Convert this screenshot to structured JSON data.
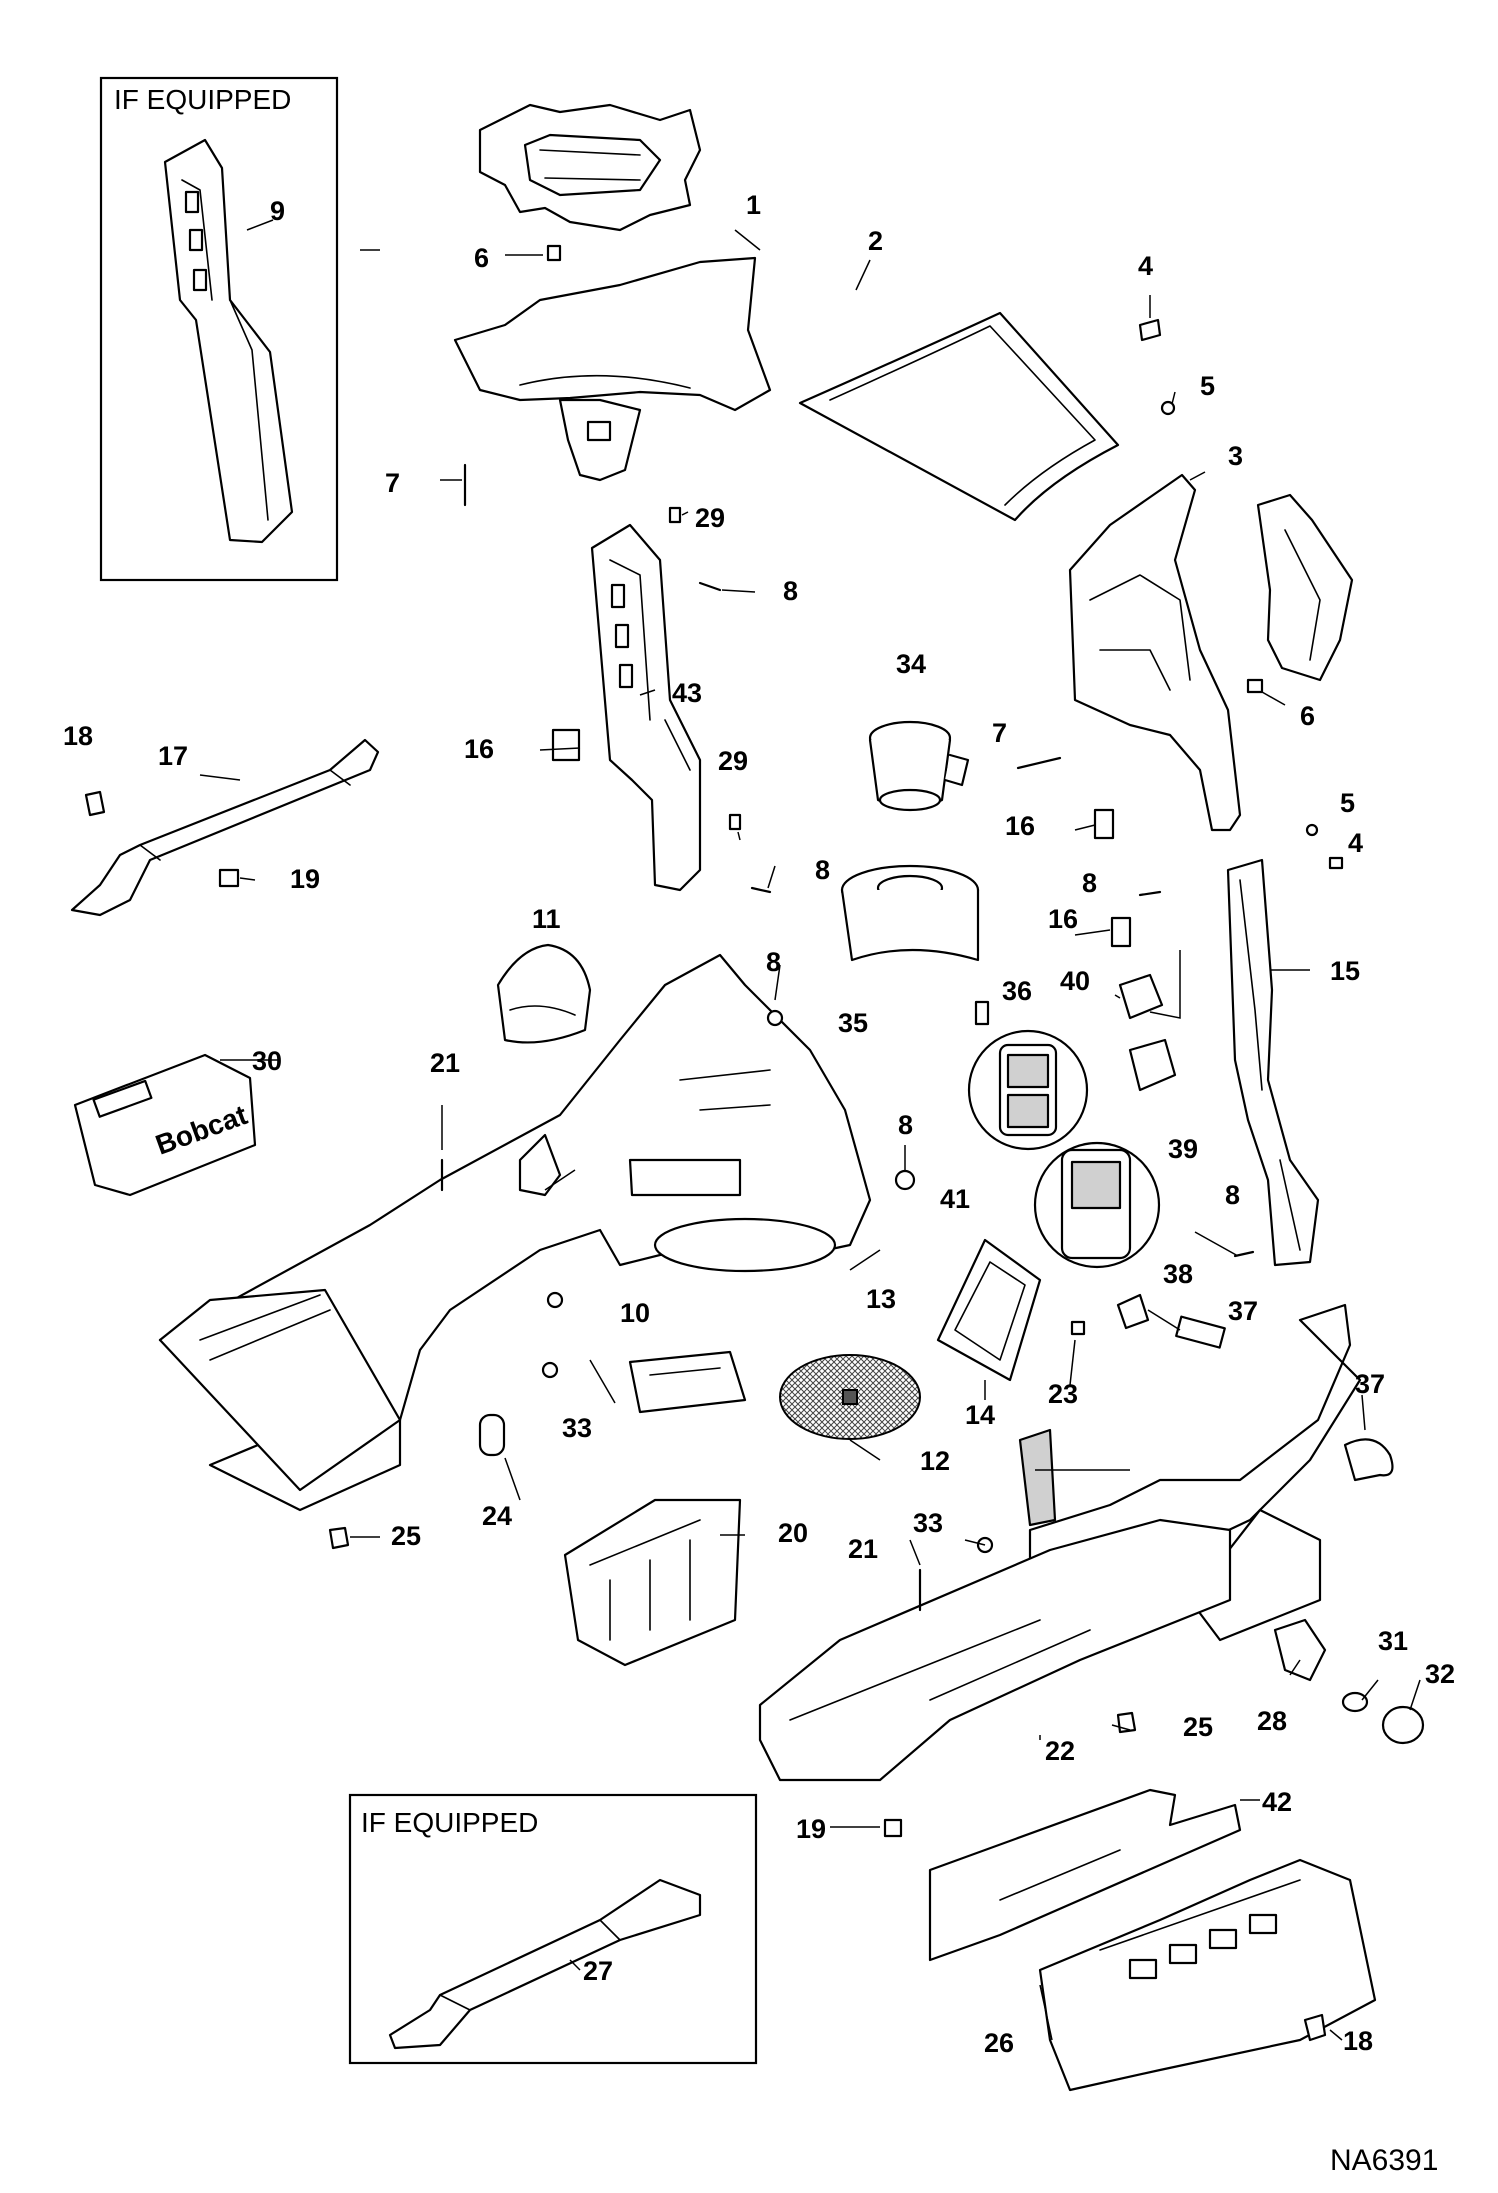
{
  "box_labels": {
    "top": "IF EQUIPPED",
    "bottom": "IF EQUIPPED"
  },
  "figure_id": "NA6391",
  "logo_text": "Bobcat",
  "callouts": [
    "1",
    "2",
    "3",
    "4",
    "5",
    "6",
    "7",
    "8",
    "9",
    "10",
    "11",
    "12",
    "13",
    "14",
    "15",
    "16",
    "17",
    "18",
    "19",
    "20",
    "21",
    "22",
    "23",
    "24",
    "25",
    "26",
    "27",
    "28",
    "29",
    "30",
    "31",
    "32",
    "33",
    "34",
    "35",
    "36",
    "37",
    "38",
    "39",
    "40",
    "41",
    "42",
    "43"
  ]
}
